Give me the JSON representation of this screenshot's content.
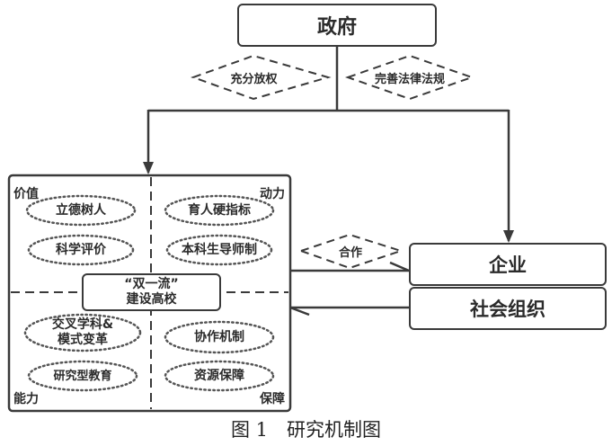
{
  "government": {
    "label": "政府"
  },
  "policies": [
    {
      "label": "充分放权"
    },
    {
      "label": "完善法律法规"
    }
  ],
  "university": {
    "center_label_line1": "“双一流”",
    "center_label_line2": "建设高校",
    "quadrants": {
      "top_left": {
        "label": "价值",
        "items": [
          "立德树人",
          "科学评价"
        ]
      },
      "top_right": {
        "label": "动力",
        "items": [
          "育人硬指标",
          "本科生导师制"
        ]
      },
      "bottom_left": {
        "label": "能力",
        "items": [
          "交叉学科&\n模式变革",
          "研究型教育"
        ]
      },
      "bottom_right": {
        "label": "保障",
        "items": [
          "协作机制",
          "资源保障"
        ]
      }
    }
  },
  "cooperation": {
    "label": "合作"
  },
  "enterprise": {
    "label": "企业"
  },
  "social_org": {
    "label": "社会组织"
  },
  "caption": "图 1　研究机制图",
  "colors": {
    "stroke": "#3a3a3a",
    "text": "#2b2b2b",
    "background": "#ffffff"
  }
}
